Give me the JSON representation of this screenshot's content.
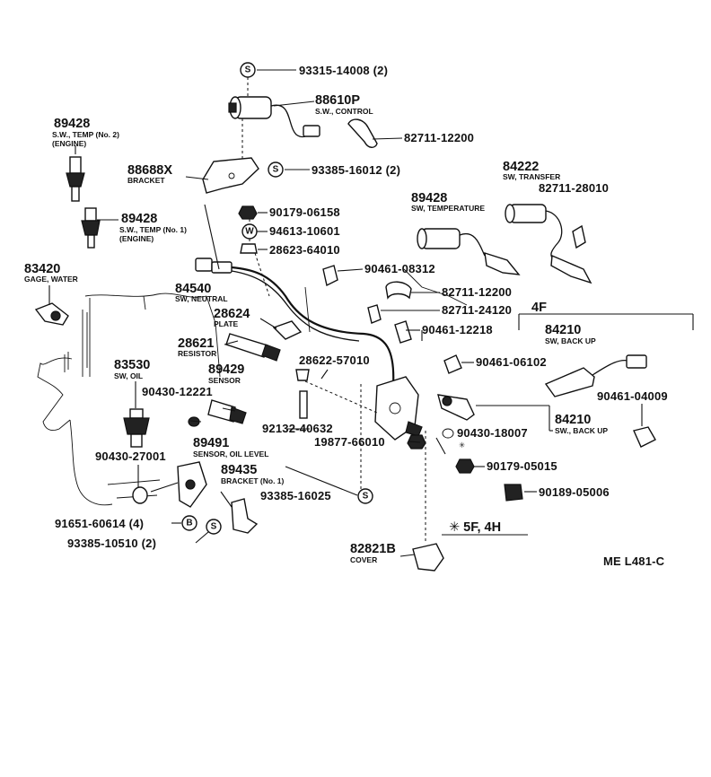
{
  "parts": [
    {
      "id": "p1",
      "number": "93315-14008 (2)",
      "desc": []
    },
    {
      "id": "p2",
      "number": "88610P",
      "desc": [
        "S.W., CONTROL"
      ]
    },
    {
      "id": "p3",
      "number": "82711-12200",
      "desc": []
    },
    {
      "id": "p4",
      "number": "89428",
      "desc": [
        "S.W., TEMP (No. 2)",
        "(ENGINE)"
      ]
    },
    {
      "id": "p5",
      "number": "88688X",
      "desc": [
        "BRACKET"
      ]
    },
    {
      "id": "p6",
      "number": "93385-16012 (2)",
      "desc": []
    },
    {
      "id": "p7",
      "number": "84222",
      "desc": [
        "SW, TRANSFER"
      ]
    },
    {
      "id": "p8",
      "number": "82711-28010",
      "desc": []
    },
    {
      "id": "p9",
      "number": "89428",
      "desc": [
        "SW, TEMPERATURE"
      ]
    },
    {
      "id": "p10",
      "number": "90179-06158",
      "desc": []
    },
    {
      "id": "p11",
      "number": "89428",
      "desc": [
        "S.W., TEMP (No. 1)",
        "(ENGINE)"
      ]
    },
    {
      "id": "p12",
      "number": "94613-10601",
      "desc": []
    },
    {
      "id": "p13",
      "number": "28623-64010",
      "desc": []
    },
    {
      "id": "p14",
      "number": "83420",
      "desc": [
        "GAGE, WATER"
      ]
    },
    {
      "id": "p15",
      "number": "90461-08312",
      "desc": []
    },
    {
      "id": "p16",
      "number": "84540",
      "desc": [
        "SW, NEUTRAL"
      ]
    },
    {
      "id": "p17",
      "number": "82711-12200",
      "desc": []
    },
    {
      "id": "p18",
      "number": "28624",
      "desc": [
        "PLATE"
      ]
    },
    {
      "id": "p19",
      "number": "82711-24120",
      "desc": []
    },
    {
      "id": "p20",
      "number": "90461-12218",
      "desc": []
    },
    {
      "id": "p21",
      "number": "28621",
      "desc": [
        "RESISTOR"
      ]
    },
    {
      "id": "p22",
      "number": "84210",
      "desc": [
        "SW, BACK UP"
      ]
    },
    {
      "id": "p23",
      "number": "28622-57010",
      "desc": []
    },
    {
      "id": "p24",
      "number": "90461-06102",
      "desc": []
    },
    {
      "id": "p25",
      "number": "83530",
      "desc": [
        "SW, OIL"
      ]
    },
    {
      "id": "p26",
      "number": "89429",
      "desc": [
        "SENSOR"
      ]
    },
    {
      "id": "p27",
      "number": "90430-12221",
      "desc": []
    },
    {
      "id": "p28",
      "number": "90461-04009",
      "desc": []
    },
    {
      "id": "p29",
      "number": "84210",
      "desc": [
        "SW., BACK UP"
      ]
    },
    {
      "id": "p30",
      "number": "92132-40632",
      "desc": []
    },
    {
      "id": "p31",
      "number": "90430-18007",
      "desc": []
    },
    {
      "id": "p32",
      "number": "19877-66010",
      "desc": []
    },
    {
      "id": "p33",
      "number": "89491",
      "desc": [
        "SENSOR, OIL LEVEL"
      ]
    },
    {
      "id": "p34",
      "number": "90430-27001",
      "desc": []
    },
    {
      "id": "p35",
      "number": "90179-05015",
      "desc": []
    },
    {
      "id": "p36",
      "number": "89435",
      "desc": [
        "BRACKET (No. 1)"
      ]
    },
    {
      "id": "p37",
      "number": "93385-16025",
      "desc": []
    },
    {
      "id": "p38",
      "number": "90189-05006",
      "desc": []
    },
    {
      "id": "p39",
      "number": "91651-60614 (4)",
      "desc": []
    },
    {
      "id": "p40",
      "number": "93385-10510 (2)",
      "desc": []
    },
    {
      "id": "p41",
      "number": "82821B",
      "desc": [
        "COVER"
      ]
    }
  ],
  "symbols": {
    "s_bolt": "S",
    "s_washer": "W",
    "b_bolt": "B",
    "asterisk": "✳"
  },
  "group_label": "4F",
  "footnote": "✳  5F, 4H",
  "diagram_code": "ME L481-C"
}
